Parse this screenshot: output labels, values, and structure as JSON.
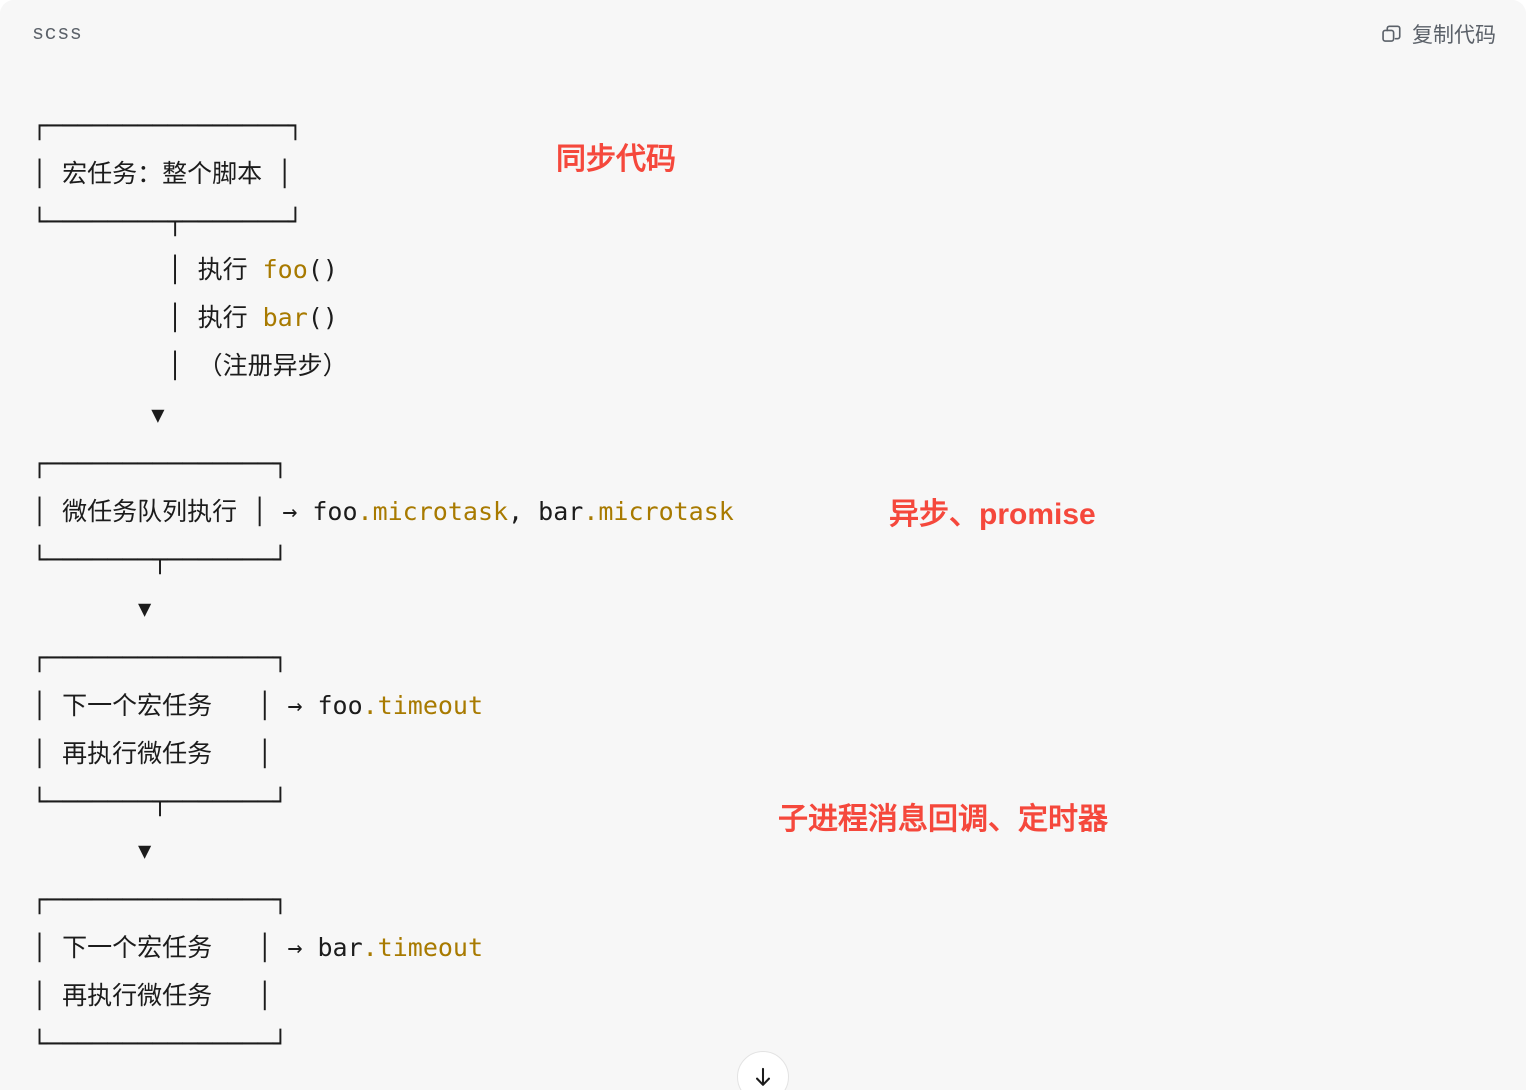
{
  "widget": {
    "language_label": "scss",
    "copy_button_label": "复制代码",
    "copy_icon_name": "copy-icon",
    "expand_icon_name": "arrow-down-icon"
  },
  "colors": {
    "background": "#f7f7f7",
    "code_text": "#1c1c1c",
    "code_highlight": "#a87a00",
    "annotation_red": "#f5483c",
    "header_text": "#5b6169"
  },
  "code": {
    "line_01": "┌────────────────┐",
    "line_02_a": "│ 宏任务：整个脚本 │",
    "line_03": "└────────┬───────┘",
    "line_04_prefix": "         │ 执行 ",
    "line_04_fn": "foo",
    "line_04_suffix": "()",
    "line_05_prefix": "         │ 执行 ",
    "line_05_fn": "bar",
    "line_05_suffix": "()",
    "line_06": "         │ （注册异步）",
    "line_07": "         ▼",
    "line_08": "┌───────────────┐",
    "line_09_box": "│ 微任务队列执行 │ → ",
    "line_09_obj1": "foo",
    "line_09_prop1": ".microtask",
    "line_09_sep": ", ",
    "line_09_obj2": "bar",
    "line_09_prop2": ".microtask",
    "line_10": "└───────┬───────┘",
    "line_11": "        ▼",
    "line_12": "┌───────────────┐",
    "line_13_box": "│ 下一个宏任务   │ → ",
    "line_13_obj": "foo",
    "line_13_prop": ".timeout",
    "line_14": "│ 再执行微任务   │",
    "line_15": "└───────┬───────┘",
    "line_16": "        ▼",
    "line_17": "┌───────────────┐",
    "line_18_box": "│ 下一个宏任务   │ → ",
    "line_18_obj": "bar",
    "line_18_prop": ".timeout",
    "line_19": "│ 再执行微任务   │",
    "line_20": "└───────────────┘"
  },
  "annotations": {
    "sync_code": "同步代码",
    "async_promise": "异步、promise",
    "child_process_timer": "子进程消息回调、定时器"
  }
}
